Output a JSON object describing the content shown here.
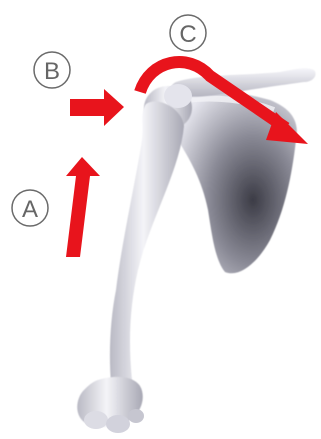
{
  "labels": {
    "a": "A",
    "b": "B",
    "c": "C"
  },
  "colors": {
    "arrow": "#e8141c",
    "label_ring": "#6a6a6a",
    "label_text": "#666666",
    "bone_light": "#f2f2f6",
    "bone_mid": "#c9c9d2",
    "bone_dark": "#5a5a64",
    "background": "#ffffff"
  },
  "icons": {
    "arrow_a": "arrow-up-icon",
    "arrow_b": "arrow-right-icon",
    "arrow_c": "curved-arrow-icon"
  }
}
